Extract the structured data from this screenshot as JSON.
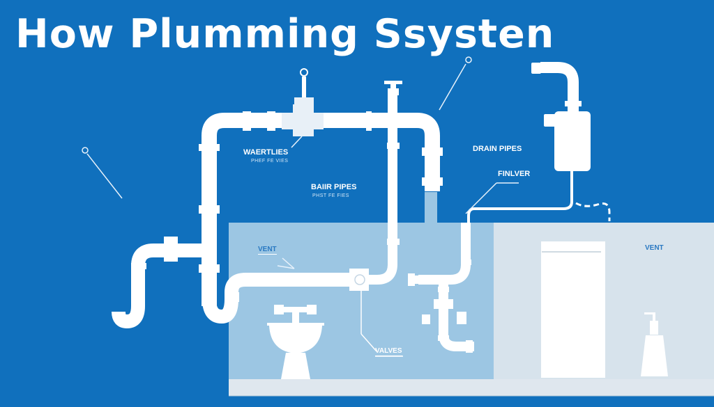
{
  "title": "How Plumming Ssysten",
  "labels": {
    "water_lines": "WAERTLIES",
    "water_lines_sub": "PHEF FE VIES",
    "bath_pipes": "BAIIR PIPES",
    "bath_pipes_sub": "PHST FE FIES",
    "drain_pipes": "DRAIN PIPES",
    "finlver": "FINLVER",
    "vent_left": "VENT",
    "vent_right": "VENT",
    "valves": "VALVES"
  },
  "colors": {
    "background": "#1070bd",
    "room_left": "#9cc6e3",
    "room_right": "#d7e3ec",
    "floor": "#dfe7ee",
    "pipe": "#ffffff",
    "label_on_light": "#2a79c2"
  },
  "icons": {
    "pipes": "pipe-network",
    "sink": "sink-icon",
    "water_heater": "water-heater-icon",
    "door": "door-icon",
    "soap_dispenser": "soap-dispenser-icon",
    "valve": "valve-icon",
    "p_trap": "p-trap-icon"
  }
}
